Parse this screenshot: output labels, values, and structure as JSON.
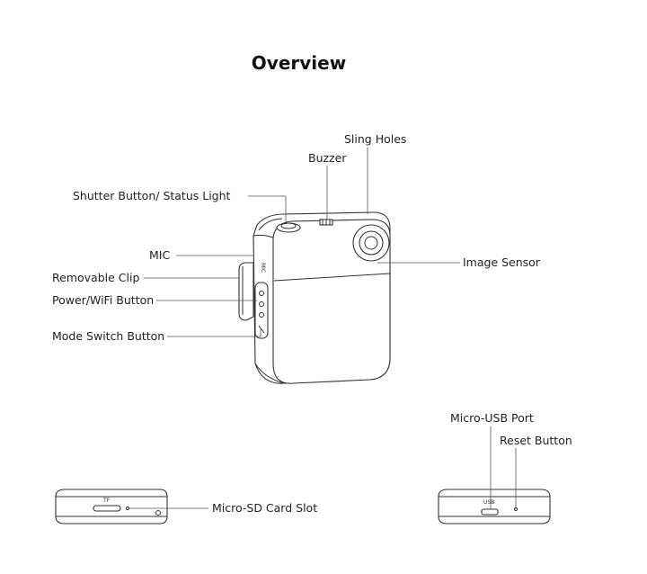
{
  "title": "Overview",
  "labels": {
    "sling_holes": "Sling Holes",
    "buzzer": "Buzzer",
    "shutter": "Shutter Button/ Status Light",
    "mic": "MIC",
    "image_sensor": "Image Sensor",
    "clip": "Removable Clip",
    "power": "Power/WiFi Button",
    "mode": "Mode Switch Button",
    "sd_slot": "Micro-SD Card Slot",
    "usb": "Micro-USB Port",
    "reset": "Reset Button"
  },
  "device_marks": {
    "mic": "MIC",
    "tf": "TF",
    "usb": "USB"
  }
}
